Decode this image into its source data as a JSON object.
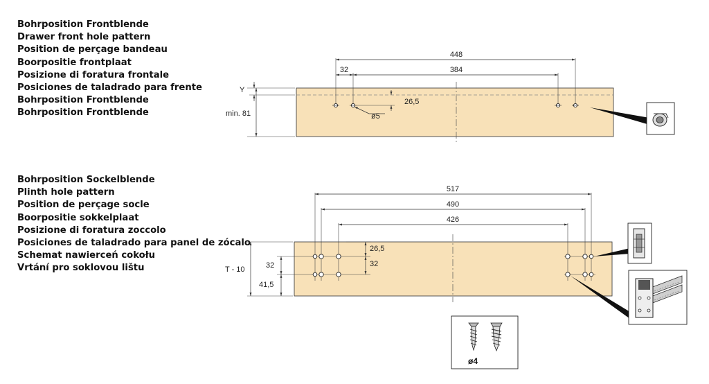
{
  "front_section": {
    "titles": [
      "Bohrposition Frontblende",
      "Drawer front hole pattern",
      "Position de perçage bandeau",
      "Boorpositie frontplaat",
      "Posizione di foratura frontale",
      "Posiciones de taladrado para frente",
      "Bohrposition Frontblende",
      "Bohrposition Frontblende"
    ],
    "dims": {
      "overall": "448",
      "inner": "384",
      "offset": "32",
      "y_label": "Y",
      "height": "min. 81",
      "hole_depth": "26,5",
      "hole_diameter": "ø5"
    }
  },
  "plinth_section": {
    "titles": [
      "Bohrposition Sockelblende",
      "Plinth hole pattern",
      "Position de perçage socle",
      "Boorpositie sokkelplaat",
      "Posizione di foratura zoccolo",
      "Posiciones de taladrado para panel de zócalo",
      "Schemat nawierceń cokołu",
      "Vrtání pro soklovou lištu"
    ],
    "dims": {
      "outer": "517",
      "middle": "490",
      "inner": "426",
      "top_offset": "26,5",
      "spacing_right": "32",
      "spacing_left": "32",
      "bottom_offset": "41,5",
      "height": "T - 10"
    }
  },
  "screw_detail": {
    "diameter": "ø4"
  },
  "colors": {
    "board_fill": "#f8e1b8",
    "line": "#333333"
  },
  "icons": [
    "bracket-clip-icon",
    "plinth-clip-icon",
    "mounting-plate-icon",
    "screw-icon"
  ]
}
